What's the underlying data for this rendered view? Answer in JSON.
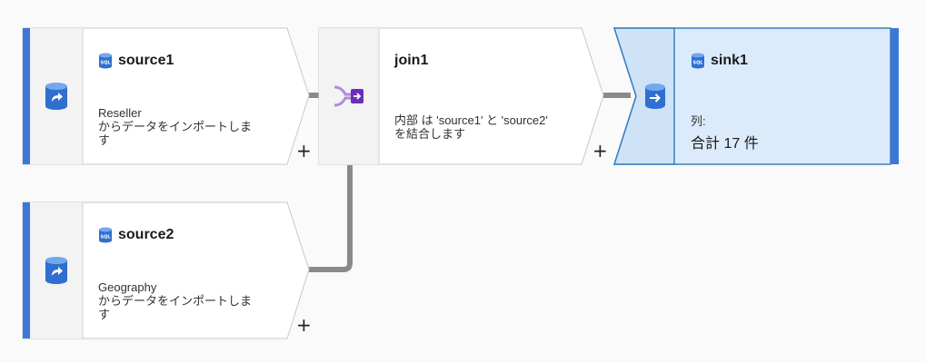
{
  "nodes": {
    "source1": {
      "title": "source1",
      "description_line1": "Reseller",
      "description_line2": "からデータをインポートしま",
      "description_line3": "す",
      "icon": "source-database-icon",
      "title_icon": "sql-database-icon",
      "add_label": "+"
    },
    "join1": {
      "title": "join1",
      "description_line1": "内部 は 'source1' と 'source2'",
      "description_line2": "を結合します",
      "icon": "join-transform-icon",
      "add_label": "+"
    },
    "sink1": {
      "title": "sink1",
      "columns_label": "列:",
      "columns_value": "合計 17 件",
      "icon": "sink-database-icon",
      "title_icon": "sql-database-icon",
      "selected": true
    },
    "source2": {
      "title": "source2",
      "description_line1": "Geography",
      "description_line2": "からデータをインポートしま",
      "description_line3": "す",
      "icon": "source-database-icon",
      "title_icon": "sql-database-icon",
      "add_label": "+"
    }
  },
  "colors": {
    "accent": "#3c78d8",
    "selected_bg": "#dcebfb",
    "selected_border": "#3a7fbf",
    "connector": "#8a8a8a",
    "join_icon": "#7b3fc4"
  }
}
